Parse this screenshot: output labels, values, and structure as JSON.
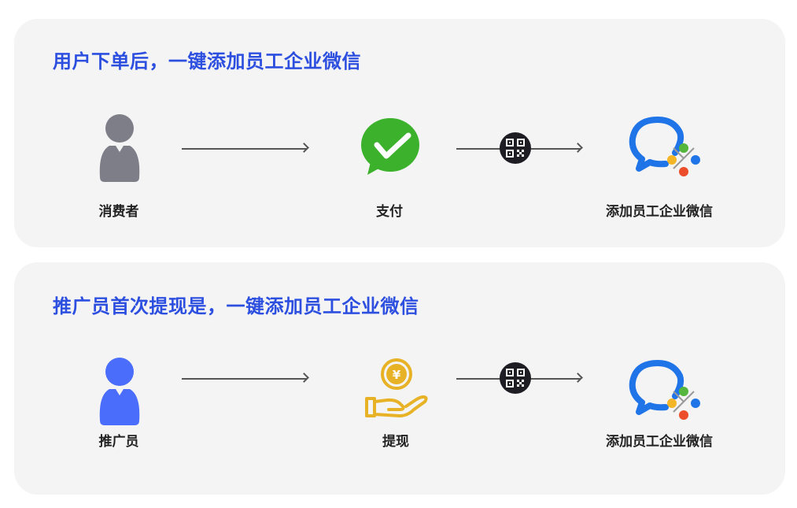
{
  "flows": [
    {
      "title": "用户下单后，一键添加员工企业微信",
      "steps": [
        {
          "label": "消费者",
          "icon": "consumer-person-icon",
          "color": "#7d7e87"
        },
        {
          "label": "支付",
          "icon": "wechat-pay-icon",
          "color": "#3bb12c"
        },
        {
          "label": "添加员工企业微信",
          "icon": "wecom-icon",
          "color": "#1f74e8"
        }
      ],
      "connectors": [
        "arrow",
        "qr-code-arrow"
      ]
    },
    {
      "title": "推广员首次提现是，一键添加员工企业微信",
      "steps": [
        {
          "label": "推广员",
          "icon": "promoter-person-icon",
          "color": "#4a6dfb"
        },
        {
          "label": "提现",
          "icon": "withdraw-coin-hand-icon",
          "color": "#e8b227"
        },
        {
          "label": "添加员工企业微信",
          "icon": "wecom-icon",
          "color": "#1f74e8"
        }
      ],
      "connectors": [
        "arrow",
        "qr-code-arrow"
      ]
    }
  ]
}
